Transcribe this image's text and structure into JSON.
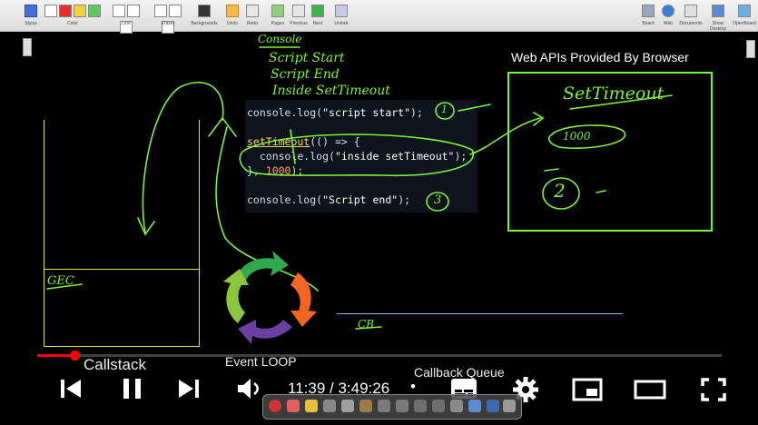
{
  "toolbar": {
    "groups": [
      {
        "label": "Stylus"
      },
      {
        "label": "Color"
      },
      {
        "label": "Line"
      },
      {
        "label": "Eraser"
      },
      {
        "label": "Backgrounds"
      },
      {
        "label": "Undo"
      },
      {
        "label": "Redo"
      },
      {
        "label": "Pages"
      },
      {
        "label": "Previous"
      },
      {
        "label": "Next"
      },
      {
        "label": "Unlock"
      }
    ],
    "right_groups": [
      {
        "label": "Board"
      },
      {
        "label": "Web"
      },
      {
        "label": "Documents"
      },
      {
        "label": "Show Desktop"
      },
      {
        "label": "OpenBoard"
      }
    ]
  },
  "code": {
    "line1_prefix": "console.log(",
    "line1_string": "\"script start\"",
    "line1_suffix": ");",
    "line2_keyword": "setTimeout",
    "line2_rest": "(() => {",
    "line3_prefix": "  console.log(",
    "line3_string": "\"inside setTimeout\"",
    "line3_suffix": ");",
    "line4_prefix": "}, ",
    "line4_number": "1000",
    "line4_suffix": ");",
    "line5_prefix": "console.log(",
    "line5_string": "\"Script end\"",
    "line5_suffix": ");"
  },
  "web_apis": {
    "title": "Web APIs Provided By Browser"
  },
  "captions": {
    "callstack": "Callstack",
    "event_loop": "Event LOOP",
    "callback_queue": "Callback Queue"
  },
  "handwriting": {
    "console": "Console",
    "out1": "Script Start",
    "out2": "Script End",
    "out3": "Inside SetTimeout",
    "settimeout": "SetTimeout",
    "timer": "1000",
    "gec": "GEC",
    "cb": "CB",
    "circle1": "1",
    "circle2": "2",
    "circle3": "3"
  },
  "player": {
    "current_time": "11:39",
    "duration": "3:49:26",
    "time_display": "11:39 / 3:49:26",
    "separator": "•",
    "progress_fraction": 0.054,
    "buffered_fraction": 0.06
  },
  "colors": {
    "ink_green": "#7cf23b",
    "stack_yellow": "#e6e43a",
    "queue_blue": "#8fb6ff",
    "progress_red": "#ff0000",
    "loop_green": "#2fa84f",
    "loop_orange": "#f26522",
    "loop_purple": "#6a3fa0",
    "loop_lime": "#8cc63f"
  }
}
